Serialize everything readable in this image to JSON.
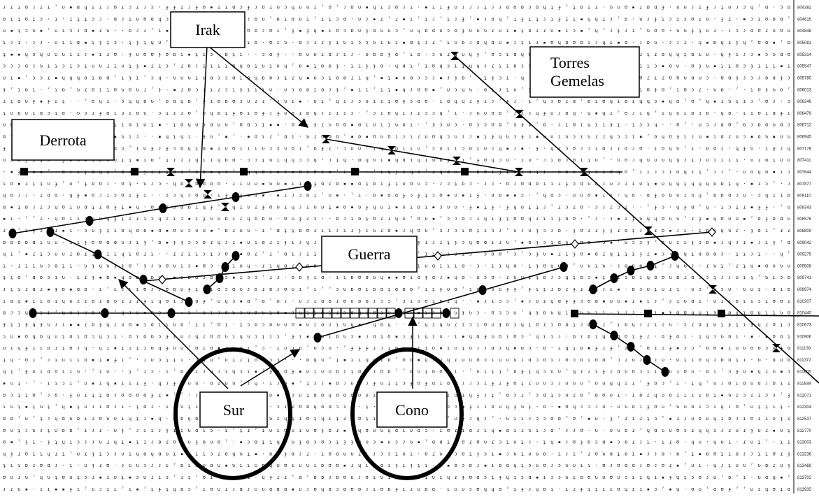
{
  "labels": {
    "irak": "Irak",
    "torres_1": "Torres",
    "torres_2": "Gemelas",
    "derrota": "Derrota",
    "guerra": "Guerra",
    "sur": "Sur",
    "cono": "Cono"
  },
  "row_numbers": [
    "804382",
    "804615",
    "804848",
    "805081",
    "805314",
    "805547",
    "805780",
    "806013",
    "806246",
    "806479",
    "806712",
    "806945",
    "807178",
    "807411",
    "807644",
    "807877",
    "808110",
    "808343",
    "808576",
    "808809",
    "809042",
    "809275",
    "809508",
    "809741",
    "809974",
    "810207",
    "810440",
    "810673",
    "810906",
    "811139",
    "811372",
    "811605",
    "811838",
    "812071",
    "812304",
    "812537",
    "812770",
    "813003",
    "813236",
    "813469",
    "813702",
    "813935"
  ],
  "colors": {
    "ink": "#000000",
    "background": "#ffffff"
  }
}
